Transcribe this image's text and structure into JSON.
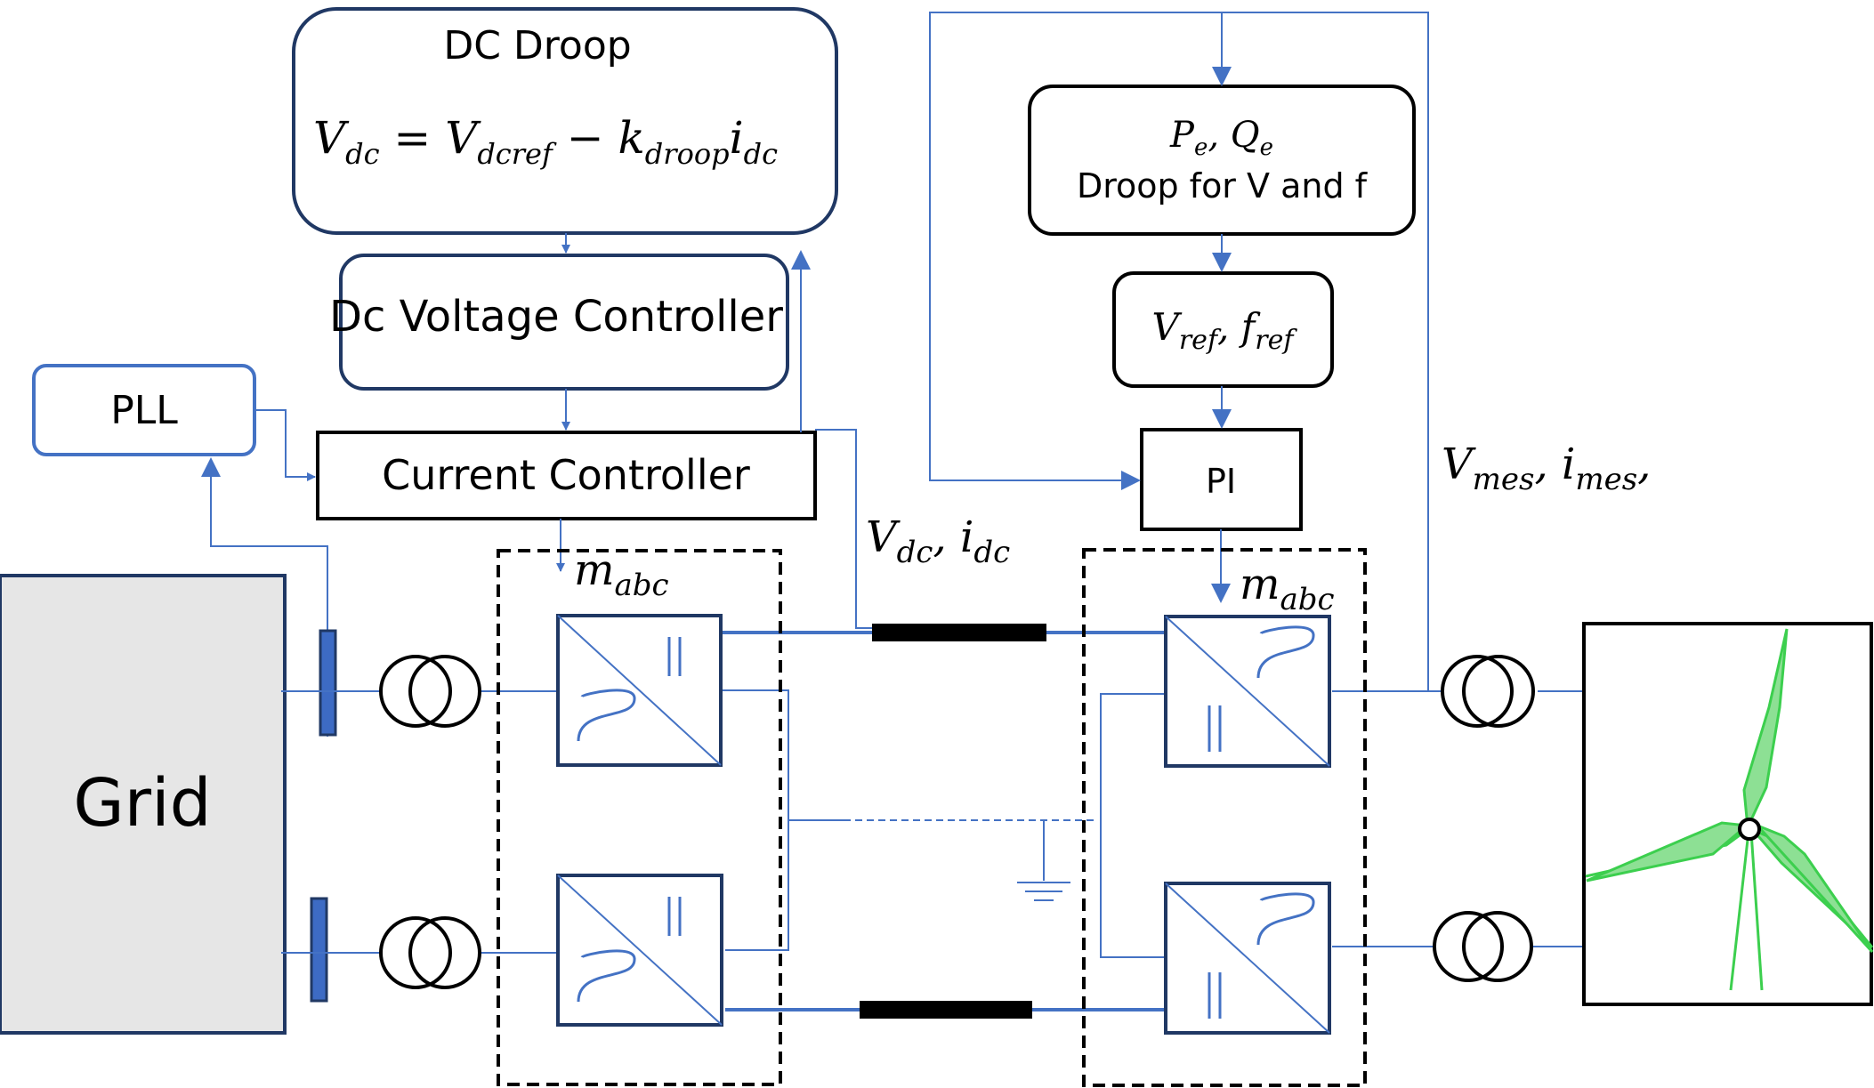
{
  "blocks": {
    "dc_droop_title": "DC Droop",
    "dc_droop_eq": {
      "v": "V",
      "v_sub": "dc",
      "eq": " = ",
      "vref": "V",
      "vref_sub": "dcref",
      "minus": " − ",
      "k": "k",
      "k_sub": "droop",
      "i": "i",
      "i_sub": "dc"
    },
    "dc_voltage_controller": "Dc Voltage Controller",
    "pll": "PLL",
    "current_controller": "Current Controller",
    "grid": "Grid",
    "droop_pq": {
      "p": "P",
      "p_sub": "e",
      "sep": ", ",
      "q": "Q",
      "q_sub": "e"
    },
    "droop_vf": "Droop for V and f",
    "vref_fref": {
      "v": "V",
      "v_sub": "ref",
      "sep": ", ",
      "f": "f",
      "f_sub": "ref"
    },
    "pi": "PI"
  },
  "labels": {
    "m_left": {
      "m": "m",
      "sub": "abc"
    },
    "m_right": {
      "m": "m",
      "sub": "abc"
    },
    "vdc_idc": {
      "v": "V",
      "v_sub": "dc",
      "sep": ", ",
      "i": "i",
      "i_sub": "dc"
    },
    "vmes_imes": {
      "v": "V",
      "v_sub": "mes",
      "sep": ", ",
      "i": "i",
      "i_sub": "mes",
      "tail": ","
    }
  },
  "colors": {
    "line_blue": "#4472c4",
    "box_border": "#203864",
    "grid_fill": "#e6e6e6",
    "turbine_green": "#5bd46b",
    "breaker_fill": "#3d6bc4"
  },
  "icons": {
    "transformer": "two-winding-transformer-icon",
    "converter": "ac-dc-converter-icon",
    "ground": "ground-icon",
    "turbine": "wind-turbine-icon"
  }
}
